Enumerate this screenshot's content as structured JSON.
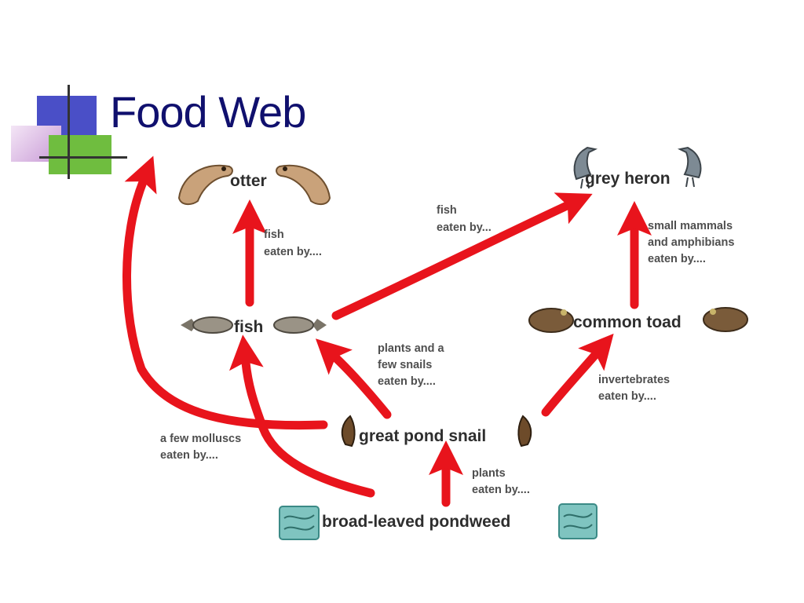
{
  "slide": {
    "title": "Food Web"
  },
  "colors": {
    "title": "#10106e",
    "arrow": "#e8141c",
    "accent_blue": "#4a4fc7",
    "accent_green": "#6fbd3f",
    "accent_pink": "#c89ad6"
  },
  "nodes": {
    "otter": "otter",
    "grey_heron": "grey heron",
    "fish": "fish",
    "common_toad": "common toad",
    "great_pond_snail": "great pond snail",
    "broad_leaved_pondweed": "broad-leaved pondweed"
  },
  "edges": {
    "fish_to_otter": [
      "fish",
      "eaten by...."
    ],
    "fish_to_heron": [
      "fish",
      "eaten by..."
    ],
    "toad_to_heron": [
      "small mammals",
      "and amphibians",
      "eaten by...."
    ],
    "snail_to_fish": [
      "plants and a",
      "few snails",
      "eaten by...."
    ],
    "snail_to_toad": [
      "invertebrates",
      "eaten by...."
    ],
    "pondweed_to_otter": [
      "a few molluscs",
      "eaten by...."
    ],
    "pondweed_to_snail": [
      "plants",
      "eaten by...."
    ]
  },
  "icons": [
    "otter-icon",
    "heron-icon",
    "fish-icon",
    "toad-icon",
    "snail-icon",
    "pondweed-icon"
  ]
}
